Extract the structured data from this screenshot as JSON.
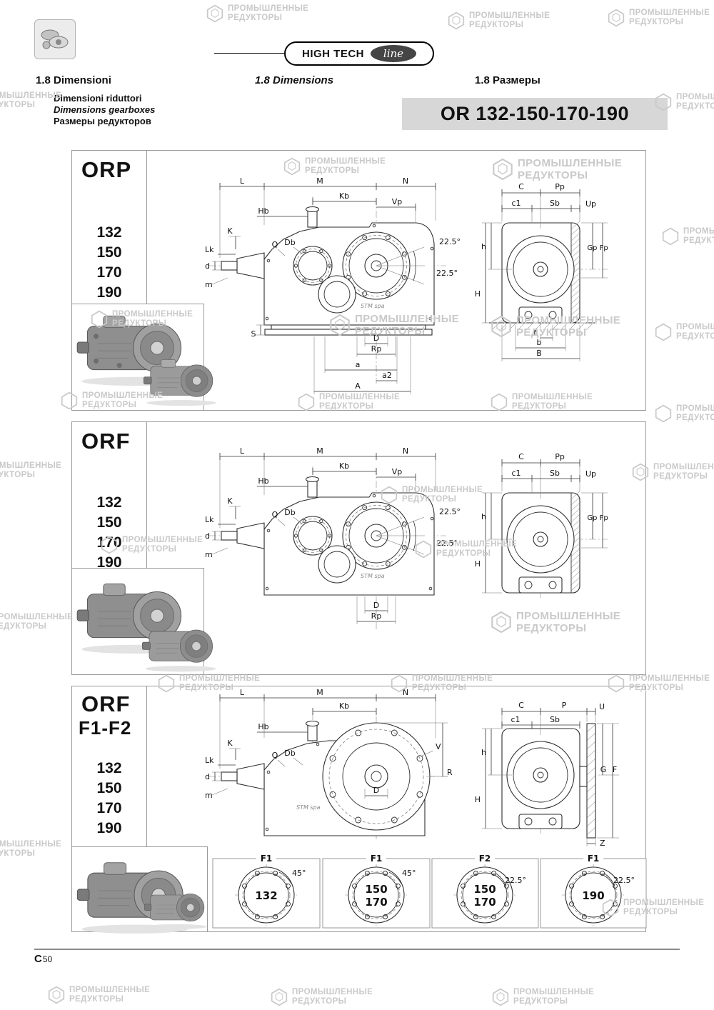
{
  "header": {
    "brand": "HIGH TECH",
    "brand_script": "line"
  },
  "section": {
    "it": "1.8  Dimensioni",
    "en": "1.8  Dimensions",
    "ru": "1.8  Размеры"
  },
  "subtitle": {
    "it": "Dimensioni riduttori",
    "en": "Dimensions gearboxes",
    "ru": "Размеры редукторов"
  },
  "title": "OR 132-150-170-190",
  "watermark": {
    "line1": "ПРОМЫШЛЕННЫЕ",
    "line2": "РЕДУКТОРЫ"
  },
  "logo_text": "STM spa",
  "panels": [
    {
      "name": "ORP",
      "sizes": [
        "132",
        "150",
        "170",
        "190"
      ]
    },
    {
      "name": "ORF",
      "sizes": [
        "132",
        "150",
        "170",
        "190"
      ]
    },
    {
      "name": "ORF",
      "name2": "F1-F2",
      "sizes": [
        "132",
        "150",
        "170",
        "190"
      ]
    }
  ],
  "dims": {
    "L": "L",
    "M": "M",
    "N": "N",
    "Kb": "Kb",
    "Vp": "Vp",
    "Hb": "Hb",
    "K": "K",
    "Q": "Q",
    "Db": "Db",
    "Lk": "Lk",
    "d": "d",
    "m": "m",
    "S": "S",
    "D": "D",
    "Rp": "Rp",
    "a": "a",
    "a2": "a2",
    "A": "A",
    "C": "C",
    "Pp": "Pp",
    "c1": "c1",
    "Sb": "Sb",
    "Up": "Up",
    "h": "h",
    "H": "H",
    "GpFp": "Gp Fp",
    "f": "f",
    "b": "b",
    "B": "B",
    "P": "P",
    "U": "U",
    "G": "G",
    "F": "F",
    "Z": "Z",
    "R": "R",
    "V": "V",
    "angle225": "22.5°",
    "angle45": "45°"
  },
  "flanges": [
    {
      "type": "F1",
      "sizes": [
        "132"
      ],
      "angle": "45°"
    },
    {
      "type": "F1",
      "sizes": [
        "150",
        "170"
      ],
      "angle": "45°"
    },
    {
      "type": "F2",
      "sizes": [
        "150",
        "170"
      ],
      "angle": "22.5°"
    },
    {
      "type": "F1",
      "sizes": [
        "190"
      ],
      "angle": "22.5°"
    }
  ],
  "footer": {
    "label": "C",
    "number": "50"
  }
}
